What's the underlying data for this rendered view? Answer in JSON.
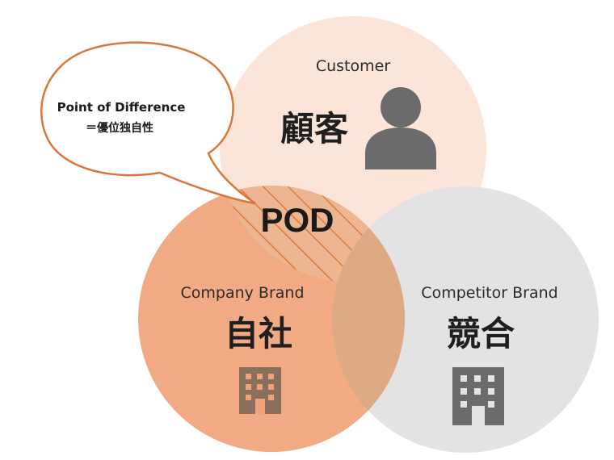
{
  "customer": {
    "label_en": "Customer",
    "label_jp": "顧客",
    "icon": "person-icon",
    "color": "#fbe5d9"
  },
  "company": {
    "label_en": "Company Brand",
    "label_jp": "自社",
    "icon": "building-icon",
    "color": "#f0a378"
  },
  "competitor": {
    "label_en": "Competitor Brand",
    "label_jp": "競合",
    "icon": "building-icon",
    "color": "#e3e3e3"
  },
  "pod": {
    "label": "POD",
    "hatch_color": "#e07a3c"
  },
  "callout": {
    "line1": "Point of Difference",
    "line2": "＝優位独自性",
    "stroke_color": "#d9773a"
  }
}
